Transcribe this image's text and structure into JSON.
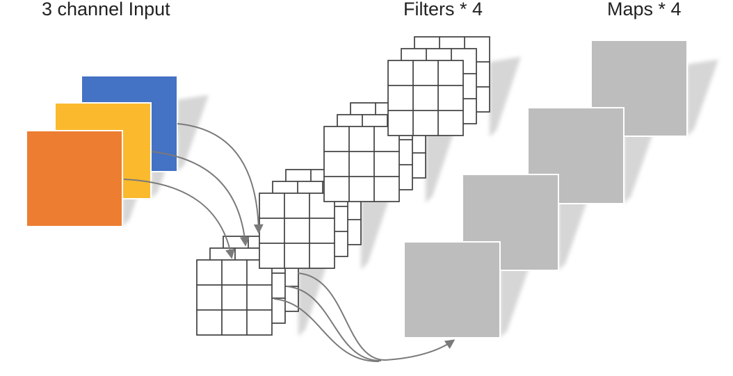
{
  "labels": {
    "input": "3 channel Input",
    "filters": "Filters * 4",
    "maps": "Maps * 4"
  },
  "colors": {
    "channel_red": "#ED7D31",
    "channel_green": "#FBBA2D",
    "channel_blue": "#4472C4",
    "filter_line": "#444444",
    "map_fill": "#BDBDBD",
    "arrow": "#7a7a7a",
    "shadow": "#d6d6d6"
  },
  "input": {
    "channels": 3
  },
  "filters": {
    "count": 4,
    "grid": 3,
    "depth": 3
  },
  "maps": {
    "count": 4
  }
}
